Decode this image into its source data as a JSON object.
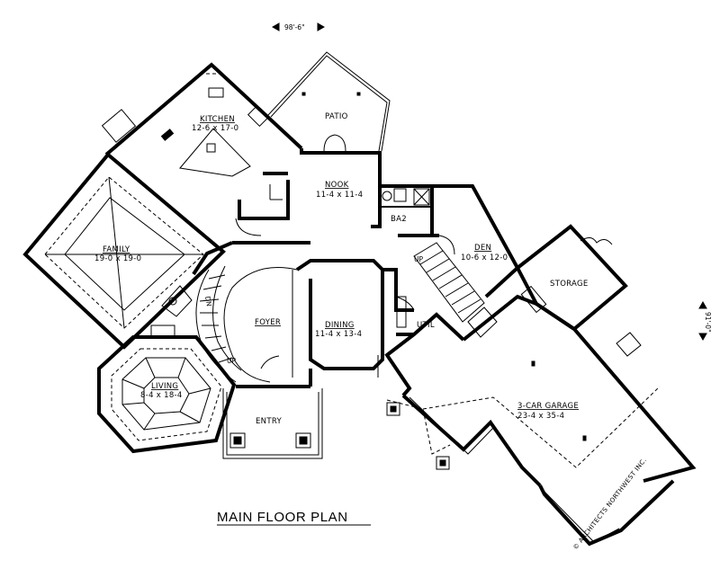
{
  "overall_width": "98'-6\"",
  "overall_depth": "91'-0\"",
  "title": "MAIN FLOOR PLAN",
  "credit": "© ARCHITECTS NORTHWEST INC.",
  "rooms": {
    "kitchen": {
      "name": "KITCHEN",
      "size": "12-6 x 17-0"
    },
    "patio": {
      "name": "PATIO"
    },
    "nook": {
      "name": "NOOK",
      "size": "11-4 x 11-4"
    },
    "ba2": {
      "name": "BA2"
    },
    "family": {
      "name": "FAMILY",
      "size": "19-0 x 19-0"
    },
    "den": {
      "name": "DEN",
      "size": "10-6 x 12-0"
    },
    "storage": {
      "name": "STORAGE"
    },
    "foyer": {
      "name": "FOYER"
    },
    "dining": {
      "name": "DINING",
      "size": "11-4 x 13-4"
    },
    "util": {
      "name": "UTIL"
    },
    "living": {
      "name": "LIVING",
      "size": "8-4 x 18-4"
    },
    "entry": {
      "name": "ENTRY"
    },
    "garage": {
      "name": "3-CAR GARAGE",
      "size": "23-4 x 35-4"
    }
  },
  "stair_labels": {
    "main_up": "UP",
    "den_up": "UP",
    "dn": "DN"
  }
}
